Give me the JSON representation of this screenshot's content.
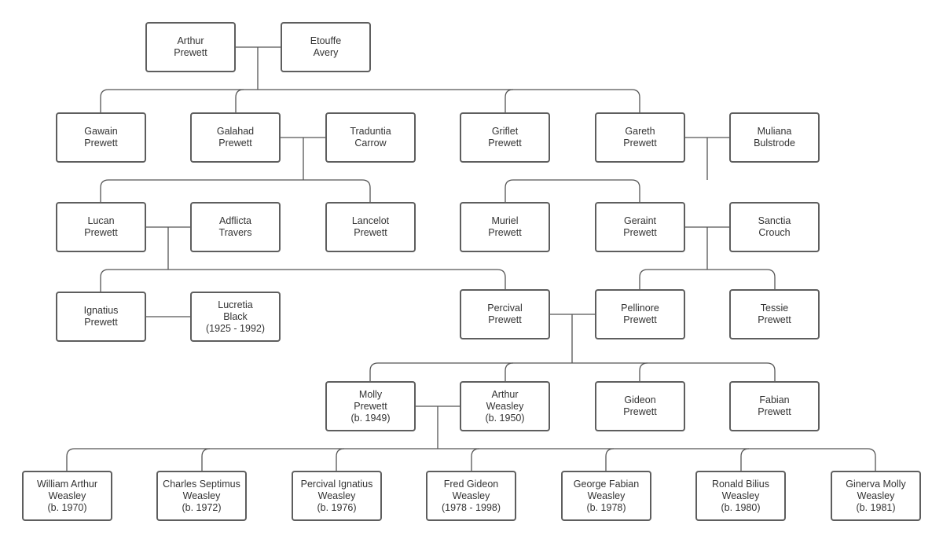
{
  "colors": {
    "line": "#555555",
    "border": "#5e5e5e",
    "text": "#333333"
  },
  "nodes": {
    "arthur_prewett": [
      "Arthur",
      "Prewett"
    ],
    "etouffe_avery": [
      "Etouffe",
      "Avery"
    ],
    "gawain_prewett": [
      "Gawain",
      "Prewett"
    ],
    "galahad_prewett": [
      "Galahad",
      "Prewett"
    ],
    "traduntia_carrow": [
      "Traduntia",
      "Carrow"
    ],
    "griflet_prewett": [
      "Griflet",
      "Prewett"
    ],
    "gareth_prewett": [
      "Gareth",
      "Prewett"
    ],
    "muliana_bulstrode": [
      "Muliana",
      "Bulstrode"
    ],
    "lucan_prewett": [
      "Lucan",
      "Prewett"
    ],
    "adflicta_travers": [
      "Adflicta",
      "Travers"
    ],
    "lancelot_prewett": [
      "Lancelot",
      "Prewett"
    ],
    "muriel_prewett": [
      "Muriel",
      "Prewett"
    ],
    "geraint_prewett": [
      "Geraint",
      "Prewett"
    ],
    "sanctia_crouch": [
      "Sanctia",
      "Crouch"
    ],
    "ignatius_prewett": [
      "Ignatius",
      "Prewett"
    ],
    "lucretia_black": [
      "Lucretia",
      "Black",
      "(1925 - 1992)"
    ],
    "percival_prewett": [
      "Percival",
      "Prewett"
    ],
    "pellinore_prewett": [
      "Pellinore",
      "Prewett"
    ],
    "tessie_prewett": [
      "Tessie",
      "Prewett"
    ],
    "molly_prewett": [
      "Molly",
      "Prewett",
      "(b. 1949)"
    ],
    "arthur_weasley": [
      "Arthur",
      "Weasley",
      "(b. 1950)"
    ],
    "gideon_prewett": [
      "Gideon",
      "Prewett"
    ],
    "fabian_prewett": [
      "Fabian",
      "Prewett"
    ],
    "william_weasley": [
      "William Arthur",
      "Weasley",
      "(b. 1970)"
    ],
    "charles_weasley": [
      "Charles Septimus",
      "Weasley",
      "(b. 1972)"
    ],
    "percival_weasley": [
      "Percival Ignatius",
      "Weasley",
      "(b. 1976)"
    ],
    "fred_weasley": [
      "Fred Gideon",
      "Weasley",
      "(1978 - 1998)"
    ],
    "george_weasley": [
      "George Fabian",
      "Weasley",
      "(b. 1978)"
    ],
    "ronald_weasley": [
      "Ronald Bilius",
      "Weasley",
      "(b. 1980)"
    ],
    "ginerva_weasley": [
      "Ginerva Molly",
      "Weasley",
      "(b. 1981)"
    ]
  }
}
